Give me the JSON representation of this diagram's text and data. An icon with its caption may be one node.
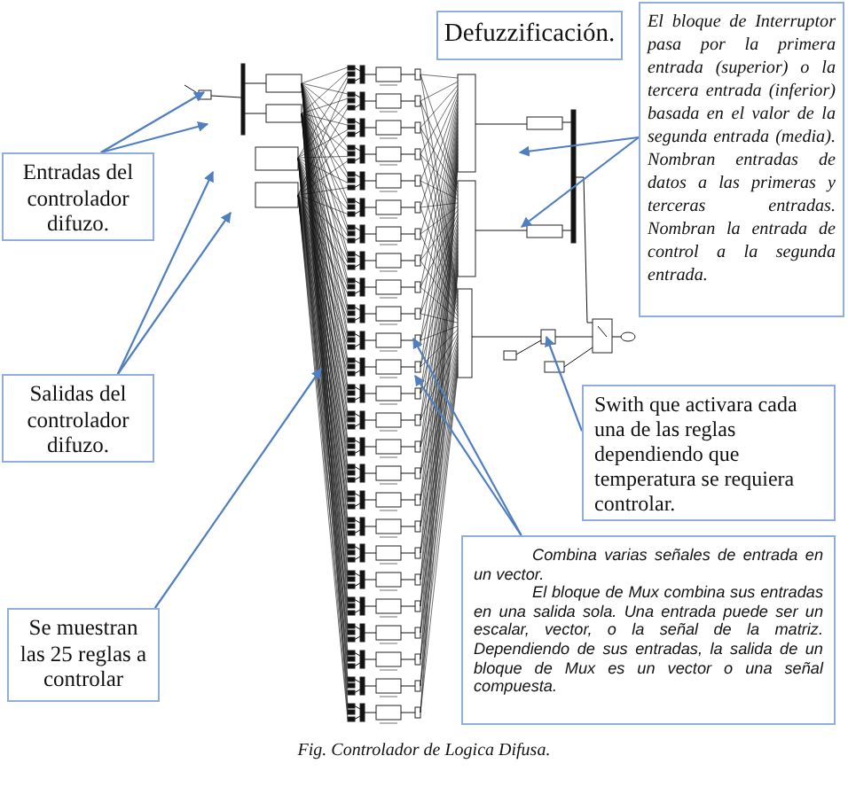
{
  "diagram": {
    "caption": "Fig. Controlador de Logica Difusa.",
    "nodes": [
      {
        "text": [
          "Defuzzificación."
        ]
      },
      {
        "text": [
          "El bloque de Interruptor pasa por la primera entrada (superior) o la tercera entrada (inferior) basada en el valor de la segunda entrada (media). Nombran entradas de datos a las primeras y terceras entradas. Nombran la entrada de control a la segunda entrada."
        ]
      },
      {
        "text": [
          "Entradas del controlador difuzo."
        ]
      },
      {
        "text": [
          "Salidas del controlador difuzo."
        ]
      },
      {
        "text": [
          "Swith que activara cada una de las reglas dependiendo que temperatura se requiera controlar."
        ]
      },
      {
        "text": [
          "Combina varias señales de entrada en un vector.",
          "El bloque de Mux combina sus entradas en una salida sola. Una entrada puede ser un escalar, vector, o la señal de la matriz. Dependiendo de sus entradas, la salida de un bloque de Mux es un vector o una señal compuesta."
        ]
      },
      {
        "text": [
          "Se muestran las 25 reglas a controlar"
        ]
      }
    ],
    "edges": [
      {
        "from": 1,
        "to": null,
        "arrow": "to"
      },
      {
        "from": 1,
        "to": null,
        "arrow": "to"
      },
      {
        "from": 2,
        "to": null,
        "arrow": "to"
      },
      {
        "from": 2,
        "to": null,
        "arrow": "to"
      },
      {
        "from": 3,
        "to": null,
        "arrow": "to"
      },
      {
        "from": 3,
        "to": null,
        "arrow": "to"
      },
      {
        "from": 4,
        "to": null,
        "arrow": "to"
      },
      {
        "from": 5,
        "to": null,
        "arrow": "to"
      },
      {
        "from": 5,
        "to": null,
        "arrow": "to"
      },
      {
        "from": 6,
        "to": null,
        "arrow": "to"
      }
    ]
  }
}
